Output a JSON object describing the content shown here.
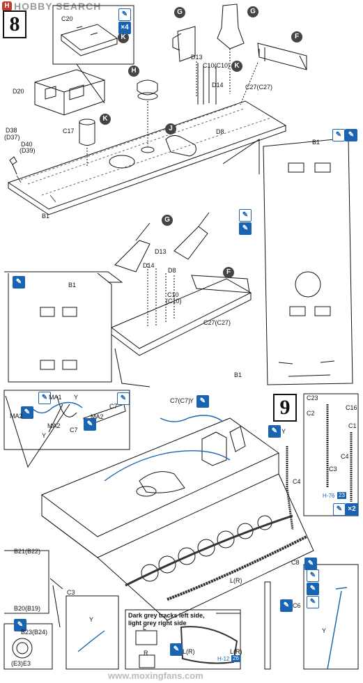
{
  "watermark_top": {
    "logo": "H",
    "brand": "HOBBY SEARCH"
  },
  "watermark_bottom": "www.moxingfans.com",
  "steps": {
    "step8": "8",
    "step9": "9"
  },
  "labels": {
    "C20": "C20",
    "D20": "D20",
    "D38": "D38",
    "D37": "(D37)",
    "D40": "D40",
    "D39": "(D39)",
    "B1a": "B1",
    "B1b": "B1",
    "B1c": "B1",
    "B1d": "B1",
    "C17": "C17",
    "D13a": "D13",
    "D13b": "D13",
    "C10a": "C10(C10)",
    "C10b": "C10",
    "C10c": "(C10)",
    "D14a": "D14",
    "D14b": "D14",
    "D8a": "D8",
    "D8b": "D8",
    "C27a": "C27(C27)",
    "C27b": "C27(C27)",
    "MA1": "MA1",
    "MA2a": "MA2",
    "MA2b": "MA2",
    "MA2c": "MA2",
    "Ya": "Y",
    "Yb": "Y",
    "Yc": "Y",
    "Yd": "Y",
    "Ye": "Y",
    "Yf": "Y",
    "C7a": "C7",
    "C7b": "C7",
    "C7C7": "C7(C7)",
    "C23": "C23",
    "C2": "C2",
    "C16": "C16",
    "C1": "C1",
    "C4a": "C4",
    "C4b": "C4",
    "C3a": "C3",
    "C3b": "C3",
    "C8": "C8",
    "C6": "C6",
    "LRa": "L(R)",
    "LRb": "L(R)",
    "LRc": "L(R)",
    "L": "L",
    "R": "R",
    "B21": "B21(B22)",
    "B20": "B20(B19)",
    "B23": "B23(B24)",
    "E3": "(E3)E3"
  },
  "callouts": {
    "G1": "G",
    "G2": "G",
    "G3": "G",
    "F1": "F",
    "F2": "F",
    "H": "H",
    "K1": "K",
    "K2": "K",
    "K3": "K",
    "J": "J"
  },
  "icons": {
    "x4": "×4",
    "x2": "×2",
    "glue": "✎",
    "paint": "✎",
    "partcode1": "H-76",
    "partcode1b": "23",
    "partcode2": "H-12",
    "partcode2b": "26"
  },
  "track_caption": {
    "line1": "Dark grey tracks left side,",
    "line2": "light grey right side"
  },
  "colors": {
    "accent": "#1a63b0",
    "line": "#111111",
    "callout": "#444444"
  }
}
